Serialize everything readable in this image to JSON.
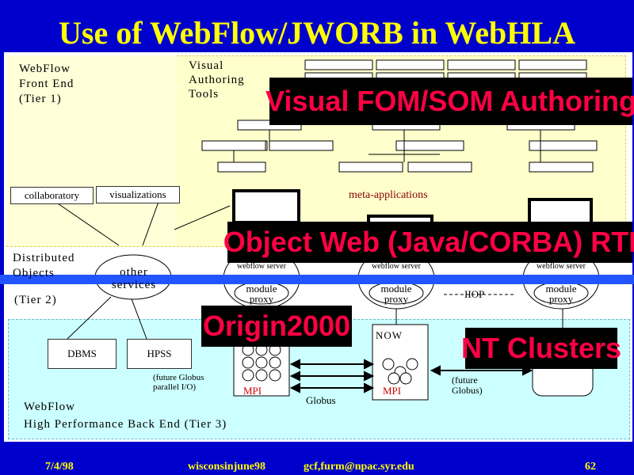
{
  "slide": {
    "title": "Use of WebFlow/JWORB in WebHLA",
    "footer": {
      "date": "7/4/98",
      "source": "wisconsinjune98",
      "email": "gcf,furm@npac.syr.edu",
      "page": "62"
    }
  },
  "tier1": {
    "label_lines": [
      "WebFlow",
      "Front End",
      "(Tier 1)"
    ],
    "tools_lines": [
      "Visual",
      "Authoring",
      "Tools"
    ],
    "collaboratory": "collaboratory",
    "visualizations": "visualizations",
    "meta_applications": "meta-applications"
  },
  "tier2": {
    "distributed_lines": [
      "Distributed",
      "Objects"
    ],
    "tier_label": "(Tier 2)",
    "other_services_lines": [
      "other",
      "services"
    ],
    "webflow_server": "webflow server",
    "module_proxy_lines": [
      "module",
      "proxy"
    ],
    "iiop": "IIOP"
  },
  "tier3": {
    "dbms": "DBMS",
    "hpss": "HPSS",
    "future_globus_lines": [
      "(future Globus",
      "parallel I/O)"
    ],
    "mpi": "MPI",
    "globus": "Globus",
    "now": "NOW",
    "future_globus2_lines": [
      "(future",
      "Globus)"
    ],
    "label_lines": [
      "WebFlow",
      "High Performance Back End (Tier 3)"
    ]
  },
  "overlays": {
    "fom_som": "Visual FOM/SOM Authoring",
    "object_web": "Object Web (Java/CORBA) RTI",
    "origin": "Origin2000",
    "nt_clusters": "NT Clusters"
  },
  "colors": {
    "background": "#0000cc",
    "title": "#ffff00",
    "overlay_text": "#ff0044",
    "tier1_bg": "#ffffcc",
    "tier3_bg": "#ccffff",
    "bus": "#2255ff"
  }
}
